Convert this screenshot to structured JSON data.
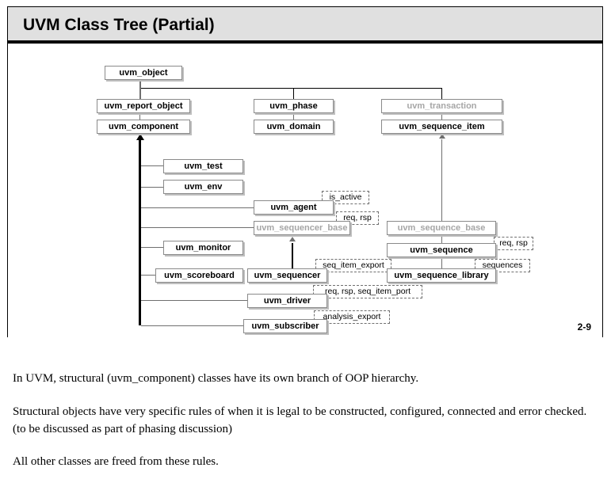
{
  "slide": {
    "title": "UVM Class Tree (Partial)",
    "page_number": "2-9"
  },
  "diagram": {
    "type": "class-hierarchy-tree",
    "nodes": [
      {
        "id": "uvm_object",
        "label": "uvm_object",
        "style": "normal"
      },
      {
        "id": "uvm_report_object",
        "label": "uvm_report_object",
        "style": "normal"
      },
      {
        "id": "uvm_component",
        "label": "uvm_component",
        "style": "normal"
      },
      {
        "id": "uvm_phase",
        "label": "uvm_phase",
        "style": "normal"
      },
      {
        "id": "uvm_domain",
        "label": "uvm_domain",
        "style": "normal"
      },
      {
        "id": "uvm_transaction",
        "label": "uvm_transaction",
        "style": "faded"
      },
      {
        "id": "uvm_sequence_item",
        "label": "uvm_sequence_item",
        "style": "normal"
      },
      {
        "id": "uvm_test",
        "label": "uvm_test",
        "style": "normal"
      },
      {
        "id": "uvm_env",
        "label": "uvm_env",
        "style": "normal"
      },
      {
        "id": "uvm_agent",
        "label": "uvm_agent",
        "style": "normal"
      },
      {
        "id": "uvm_sequencer_base",
        "label": "uvm_sequencer_base",
        "style": "faded"
      },
      {
        "id": "uvm_monitor",
        "label": "uvm_monitor",
        "style": "normal"
      },
      {
        "id": "uvm_scoreboard",
        "label": "uvm_scoreboard",
        "style": "normal"
      },
      {
        "id": "uvm_sequencer",
        "label": "uvm_sequencer",
        "style": "normal"
      },
      {
        "id": "uvm_driver",
        "label": "uvm_driver",
        "style": "normal"
      },
      {
        "id": "uvm_subscriber",
        "label": "uvm_subscriber",
        "style": "normal"
      },
      {
        "id": "uvm_sequence_base",
        "label": "uvm_sequence_base",
        "style": "faded"
      },
      {
        "id": "uvm_sequence",
        "label": "uvm_sequence",
        "style": "normal"
      },
      {
        "id": "uvm_sequence_library",
        "label": "uvm_sequence_library",
        "style": "normal"
      }
    ],
    "annotations": [
      {
        "id": "is_active",
        "label": "is_active",
        "attached_to": "uvm_agent"
      },
      {
        "id": "req_rsp_seqr",
        "label": "req, rsp",
        "attached_to": "uvm_sequencer_base"
      },
      {
        "id": "seq_item_export",
        "label": "seq_item_export",
        "attached_to": "uvm_sequencer"
      },
      {
        "id": "req_rsp_seq_item_port",
        "label": "req, rsp, seq_item_port",
        "attached_to": "uvm_driver"
      },
      {
        "id": "analysis_export",
        "label": "analysis_export",
        "attached_to": "uvm_subscriber"
      },
      {
        "id": "req_rsp_seq",
        "label": "req, rsp",
        "attached_to": "uvm_sequence"
      },
      {
        "id": "sequences",
        "label": "sequences",
        "attached_to": "uvm_sequence_library"
      }
    ],
    "edges": [
      {
        "from": "uvm_report_object",
        "to": "uvm_object"
      },
      {
        "from": "uvm_phase",
        "to": "uvm_object"
      },
      {
        "from": "uvm_transaction",
        "to": "uvm_object"
      },
      {
        "from": "uvm_component",
        "to": "uvm_report_object"
      },
      {
        "from": "uvm_domain",
        "to": "uvm_phase"
      },
      {
        "from": "uvm_sequence_item",
        "to": "uvm_transaction"
      },
      {
        "from": "uvm_test",
        "to": "uvm_component"
      },
      {
        "from": "uvm_env",
        "to": "uvm_component"
      },
      {
        "from": "uvm_agent",
        "to": "uvm_component"
      },
      {
        "from": "uvm_sequencer_base",
        "to": "uvm_component"
      },
      {
        "from": "uvm_monitor",
        "to": "uvm_component"
      },
      {
        "from": "uvm_scoreboard",
        "to": "uvm_component"
      },
      {
        "from": "uvm_driver",
        "to": "uvm_component"
      },
      {
        "from": "uvm_subscriber",
        "to": "uvm_component"
      },
      {
        "from": "uvm_sequencer",
        "to": "uvm_sequencer_base"
      },
      {
        "from": "uvm_sequence_base",
        "to": "uvm_sequence_item"
      },
      {
        "from": "uvm_sequence",
        "to": "uvm_sequence_base"
      },
      {
        "from": "uvm_sequence_library",
        "to": "uvm_sequence"
      }
    ]
  },
  "prose": {
    "p1": "In UVM, structural (uvm_component) classes have its own branch of OOP hierarchy.",
    "p2": "Structural objects have very specific rules of when it is legal to be constructed, configured, connected and error checked.  (to be discussed as part of phasing discussion)",
    "p3": "All other classes are freed from these rules."
  },
  "colors": {
    "header_bg": "#e0e0e0",
    "node_border": "#8a8a8a",
    "node_shadow": "#bfbfbf",
    "faded_text": "#a6a6a6",
    "line": "#6f6f6f",
    "line_dark": "#000000"
  }
}
